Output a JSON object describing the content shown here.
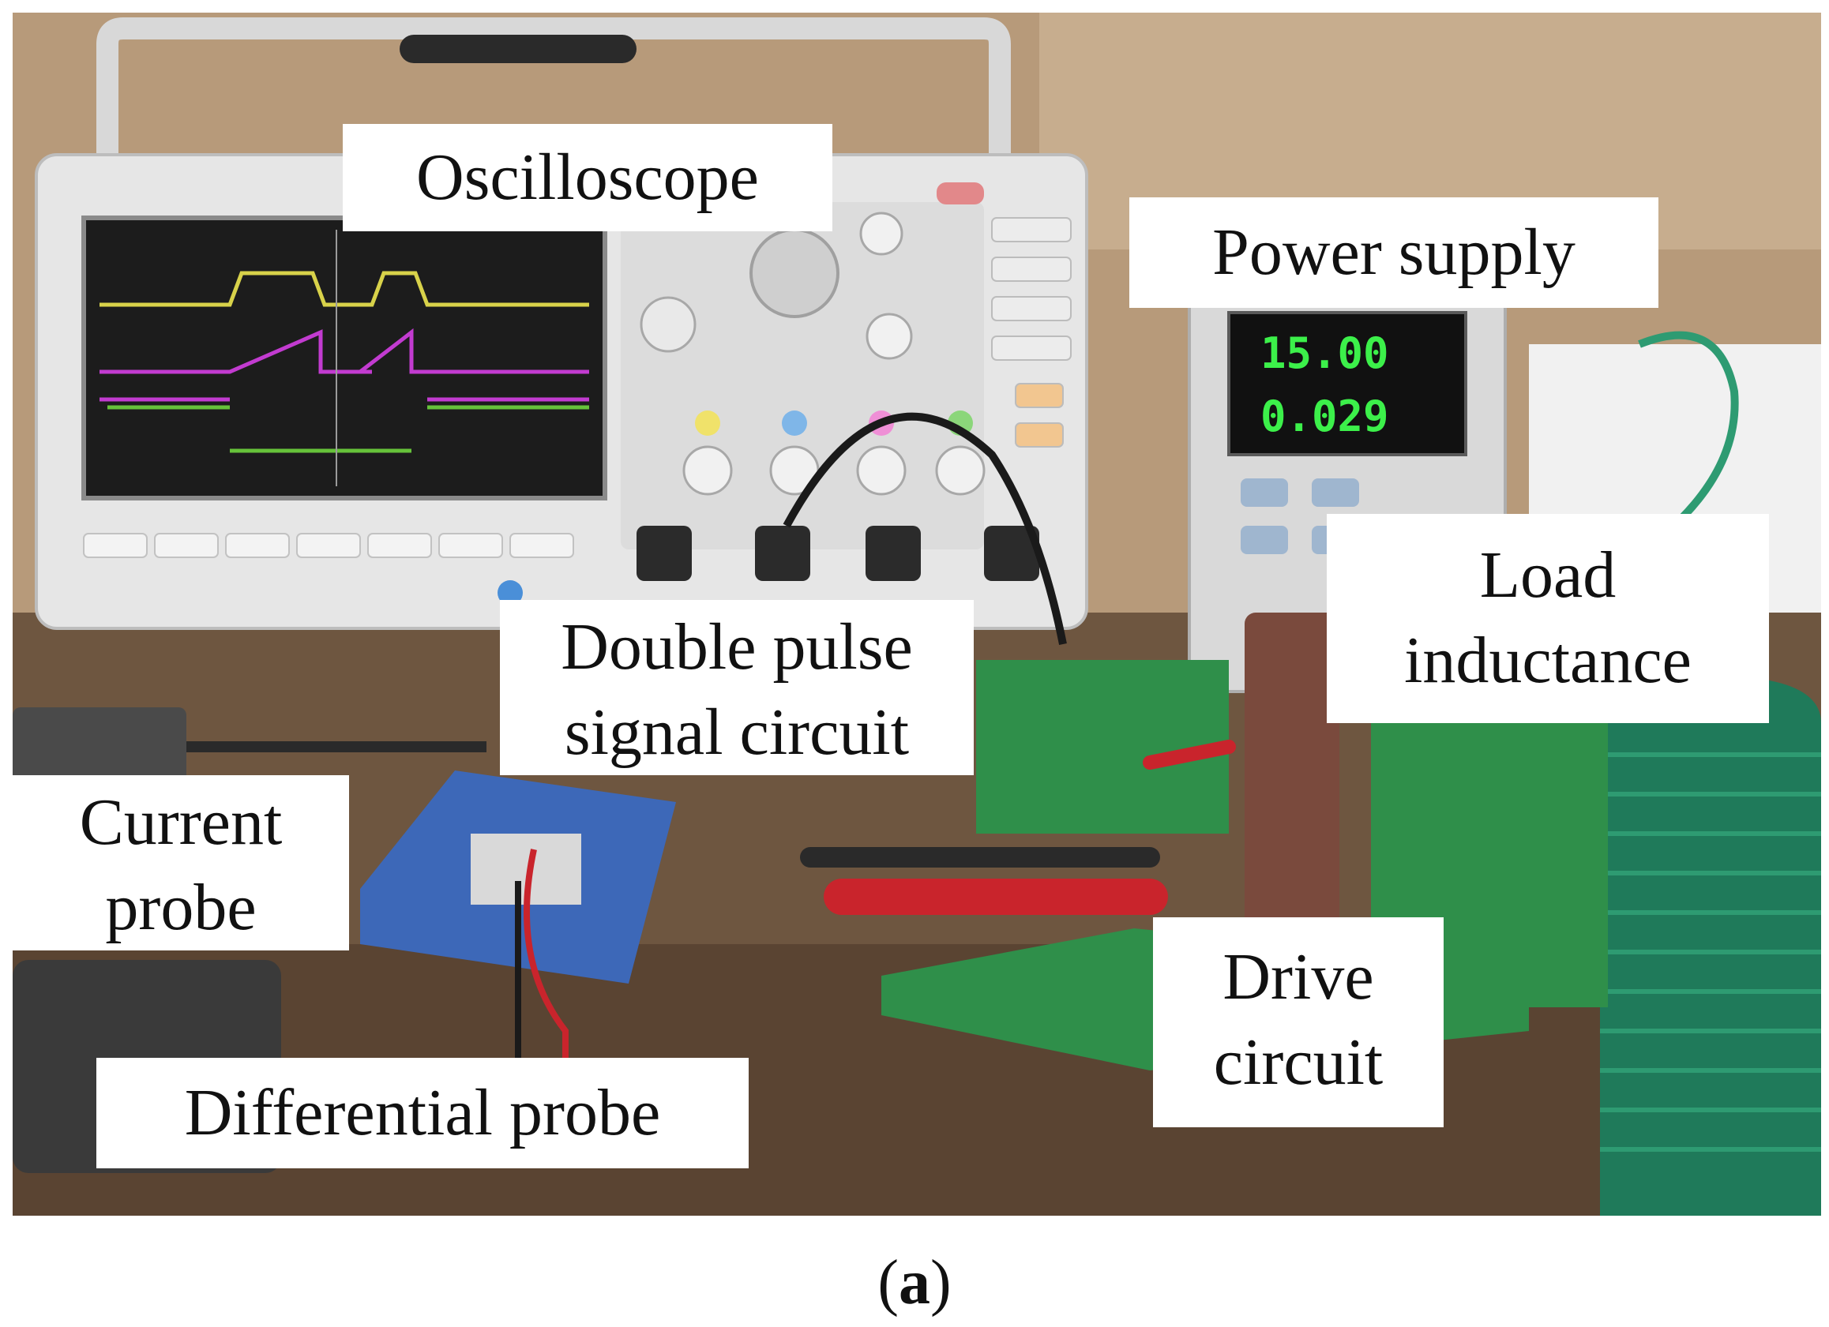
{
  "labels": {
    "oscilloscope": "Oscilloscope",
    "power_supply": "Power supply",
    "load_inductance": [
      "Load",
      "inductance"
    ],
    "double_pulse": [
      "Double pulse",
      "signal circuit"
    ],
    "current_probe": [
      "Current",
      "probe"
    ],
    "drive_circuit": [
      "Drive",
      "circuit"
    ],
    "differential_probe": "Differential probe"
  },
  "caption": {
    "open": "(",
    "letter": "a",
    "close": ")"
  },
  "power_supply_display": {
    "voltage": "15.00",
    "current": "0.029"
  },
  "colors": {
    "wall": "#b79a7a",
    "desk": "#6e5640",
    "pcb_green": "#2f8f4a",
    "probe_red": "#c9242c",
    "coil_green": "#1f7a5a",
    "scope_yellow": "#d8d24a",
    "scope_magenta": "#c23bd0",
    "scope_green": "#66c23a"
  }
}
